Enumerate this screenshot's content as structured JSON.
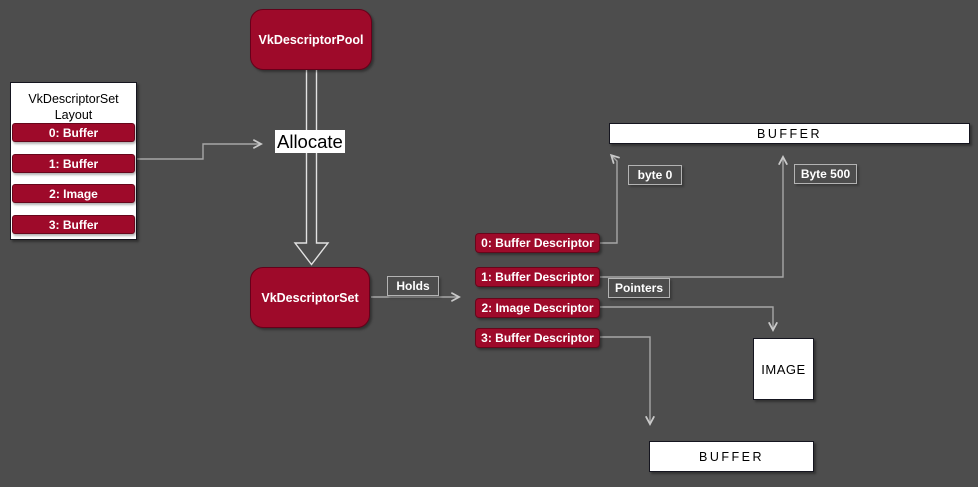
{
  "colors": {
    "background": "#4d4d4d",
    "node_red_fill": "#9e0a2a",
    "node_red_border": "#66001a",
    "connector_gray": "#a6a6a6",
    "hollow_arrow_gray": "#e2e2e2",
    "label_border_gray": "#b3b3b3",
    "white_box_fill": "#ffffff",
    "white_box_border": "#15151f"
  },
  "pool": {
    "label": "VkDescriptorPool"
  },
  "layout_box": {
    "title": "VkDescriptorSet Layout",
    "rows": [
      "0: Buffer",
      "1: Buffer",
      "2: Image",
      "3: Buffer"
    ]
  },
  "set_box": {
    "label": "VkDescriptorSet"
  },
  "edges": {
    "allocate": "Allocate",
    "holds": "Holds",
    "pointers": "Pointers",
    "byte0": "byte 0",
    "byte500": "Byte 500"
  },
  "descriptors": [
    "0: Buffer Descriptor",
    "1: Buffer Descriptor",
    "2: Image Descriptor",
    "3: Buffer Descriptor"
  ],
  "memory": {
    "buffer_top": "BUFFER",
    "image": "IMAGE",
    "buffer_bottom": "BUFFER"
  }
}
